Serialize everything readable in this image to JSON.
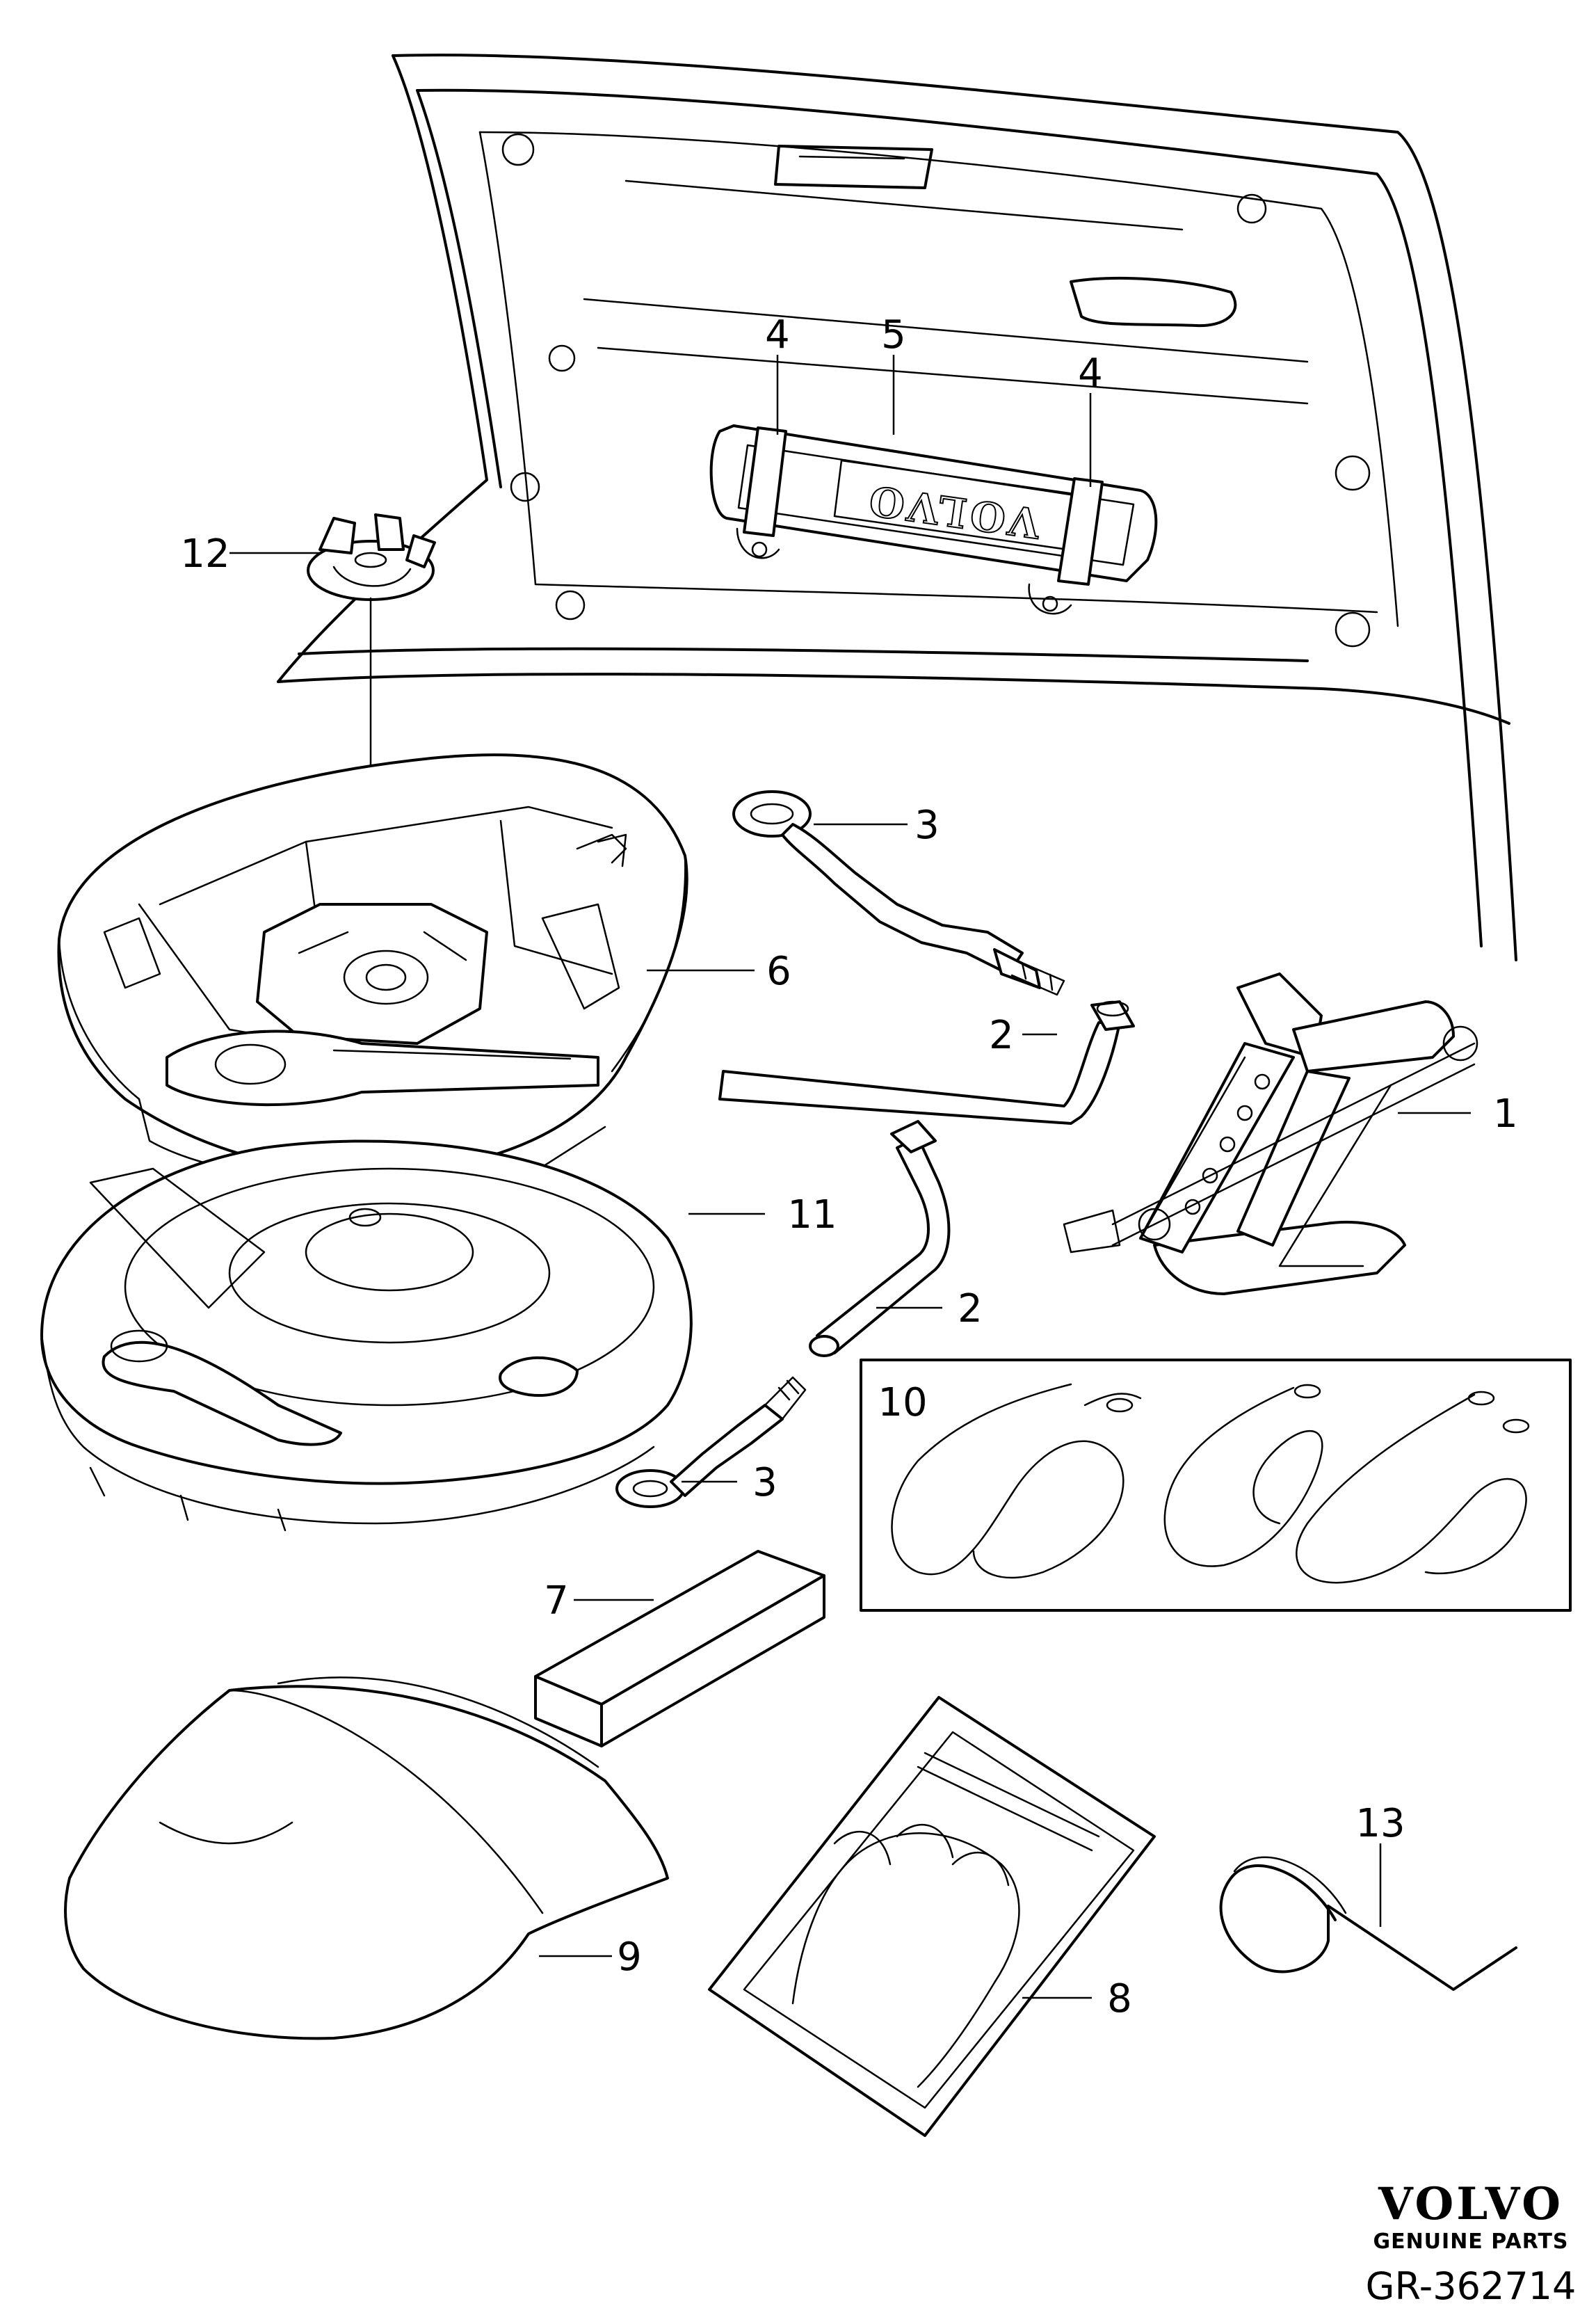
{
  "callouts": [
    {
      "id": "c4a",
      "text": "4"
    },
    {
      "id": "c5",
      "text": "5"
    },
    {
      "id": "c4b",
      "text": "4"
    },
    {
      "id": "c12",
      "text": "12"
    },
    {
      "id": "c3a",
      "text": "3"
    },
    {
      "id": "c6",
      "text": "6"
    },
    {
      "id": "c2a",
      "text": "2"
    },
    {
      "id": "c1",
      "text": "1"
    },
    {
      "id": "c11",
      "text": "11"
    },
    {
      "id": "c2b",
      "text": "2"
    },
    {
      "id": "c10",
      "text": "10"
    },
    {
      "id": "c3b",
      "text": "3"
    },
    {
      "id": "c7",
      "text": "7"
    },
    {
      "id": "c13",
      "text": "13"
    },
    {
      "id": "c9",
      "text": "9"
    },
    {
      "id": "c8",
      "text": "8"
    }
  ],
  "brand": {
    "name": "VOLVO",
    "tagline": "GENUINE PARTS"
  },
  "reference": "GR-362714",
  "emblem_text": "VOLVO"
}
